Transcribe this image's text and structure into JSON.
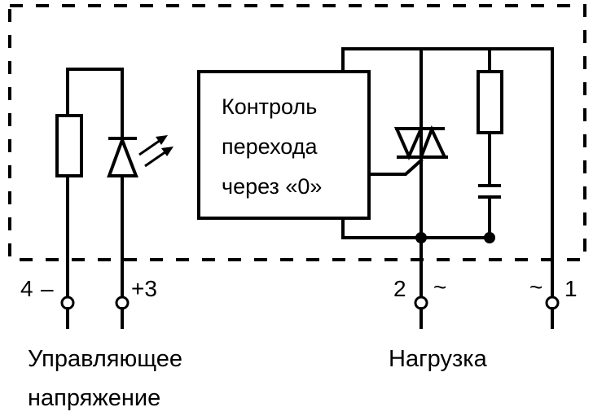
{
  "diagram": {
    "title": "Solid state relay connection diagram",
    "control_block": {
      "lines": [
        "Контроль",
        "перехода",
        "через «0»"
      ]
    },
    "terminals": {
      "t4": {
        "number": "4",
        "sign": "–"
      },
      "t3": {
        "number": "+3"
      },
      "t2": {
        "number": "2",
        "sign": "~"
      },
      "t1": {
        "number": "1",
        "sign": "~"
      }
    },
    "captions": {
      "control": [
        "Управляющее",
        "напряжение"
      ],
      "load": "Нагрузка"
    },
    "components": [
      "resistor-input",
      "led",
      "zero-cross-control",
      "triac",
      "snubber-resistor",
      "snubber-capacitor"
    ],
    "colors": {
      "line": "#000000",
      "background": "#ffffff"
    }
  }
}
